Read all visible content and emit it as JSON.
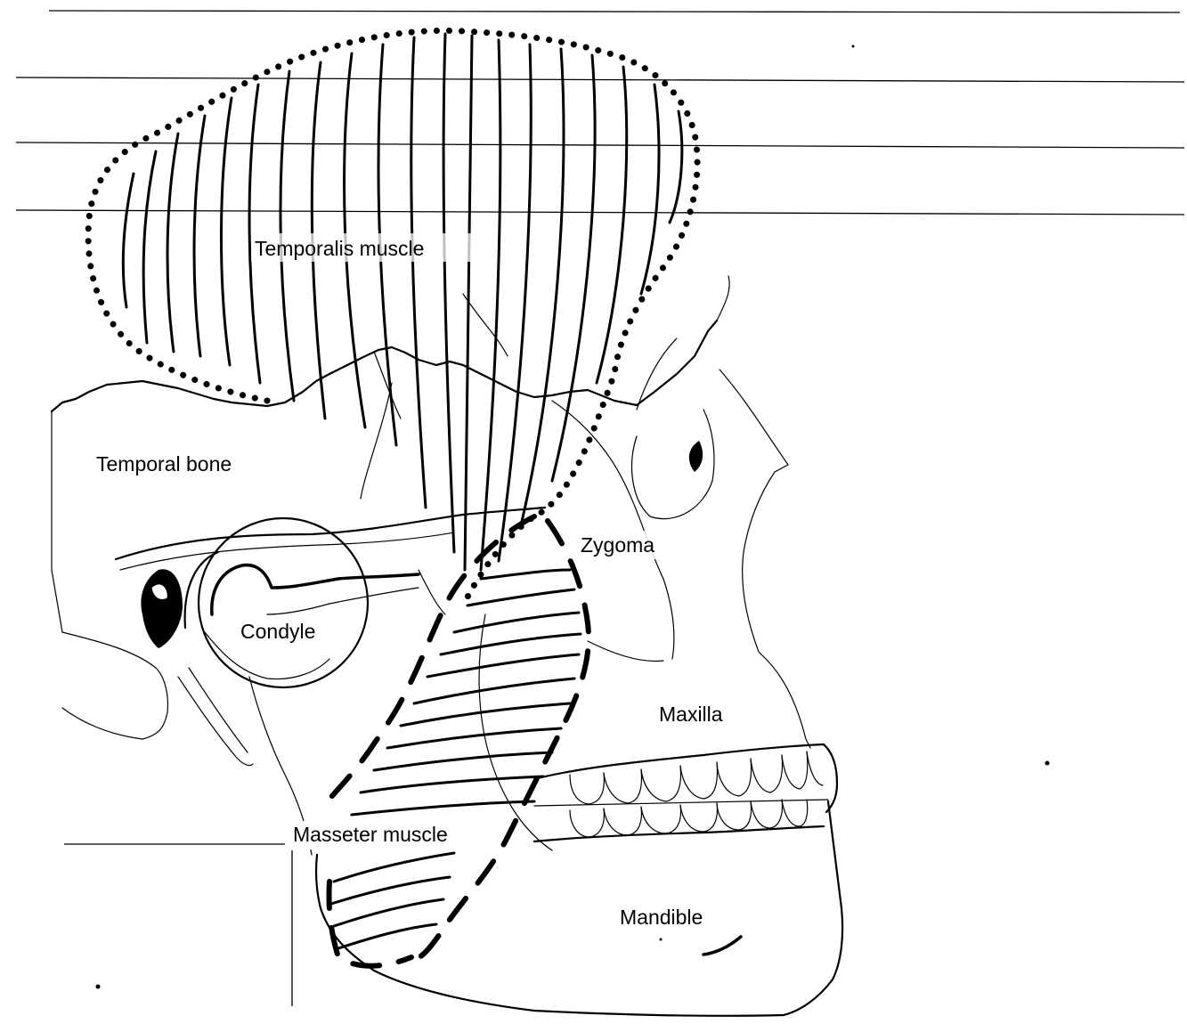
{
  "labels": {
    "temporalis": "Temporalis muscle",
    "temporal_bone": "Temporal bone",
    "zygoma": "Zygoma",
    "condyle": "Condyle",
    "maxilla": "Maxilla",
    "masseter": "Masseter muscle",
    "mandible": "Mandible"
  },
  "colors": {
    "ink": "#000000",
    "paper": "#ffffff"
  }
}
